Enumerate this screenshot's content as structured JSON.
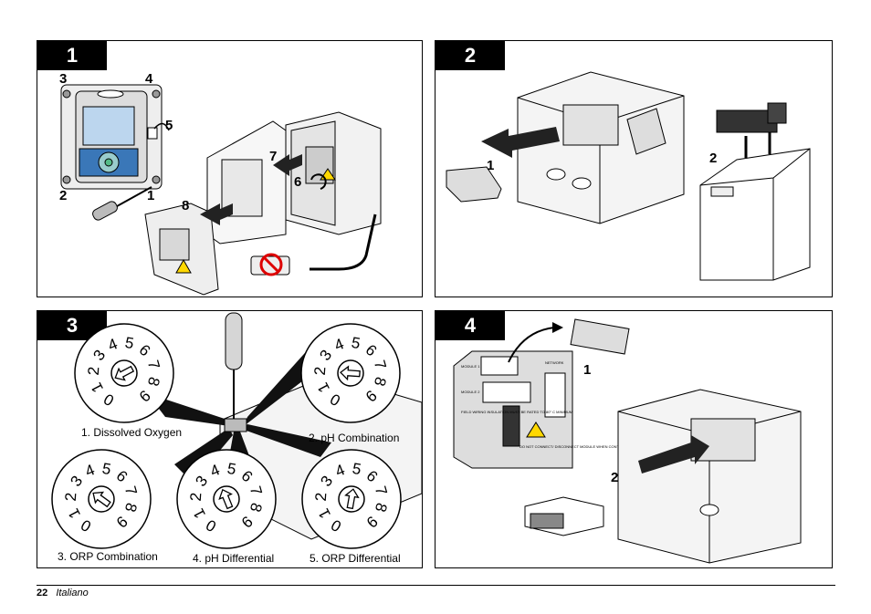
{
  "panel1": {
    "badge": "1",
    "callouts": [
      "3",
      "4",
      "5",
      "2",
      "1",
      "7",
      "6",
      "8"
    ]
  },
  "panel2": {
    "badge": "2",
    "callouts": [
      "1",
      "2"
    ]
  },
  "panel3": {
    "badge": "3",
    "dial_digits": [
      "0",
      "1",
      "2",
      "3",
      "4",
      "5",
      "6",
      "7",
      "8",
      "9"
    ],
    "dials": [
      {
        "caption": "1. Dissolved Oxygen",
        "setting": 1
      },
      {
        "caption": "2. pH Combination",
        "setting": 2
      },
      {
        "caption": "3. ORP Combination",
        "setting": 3
      },
      {
        "caption": "4. pH Differential",
        "setting": 4
      },
      {
        "caption": "5. ORP Differential",
        "setting": 5
      }
    ]
  },
  "panel4": {
    "badge": "4",
    "callouts": [
      "1",
      "2"
    ],
    "label_text": {
      "module1": "MODULE 1",
      "module2": "MODULE 2",
      "network": "NETWORK",
      "field_wiring": "FIELD WIRING INSULATION MUST BE RATED TO 80° C MINIMUM",
      "disconnect": "DO NOT CONNECT/ DISCONNECT MODULE WHEN CONTROLLER POWER IS ON"
    }
  },
  "footer": {
    "page_number": "22",
    "language": "Italiano"
  }
}
